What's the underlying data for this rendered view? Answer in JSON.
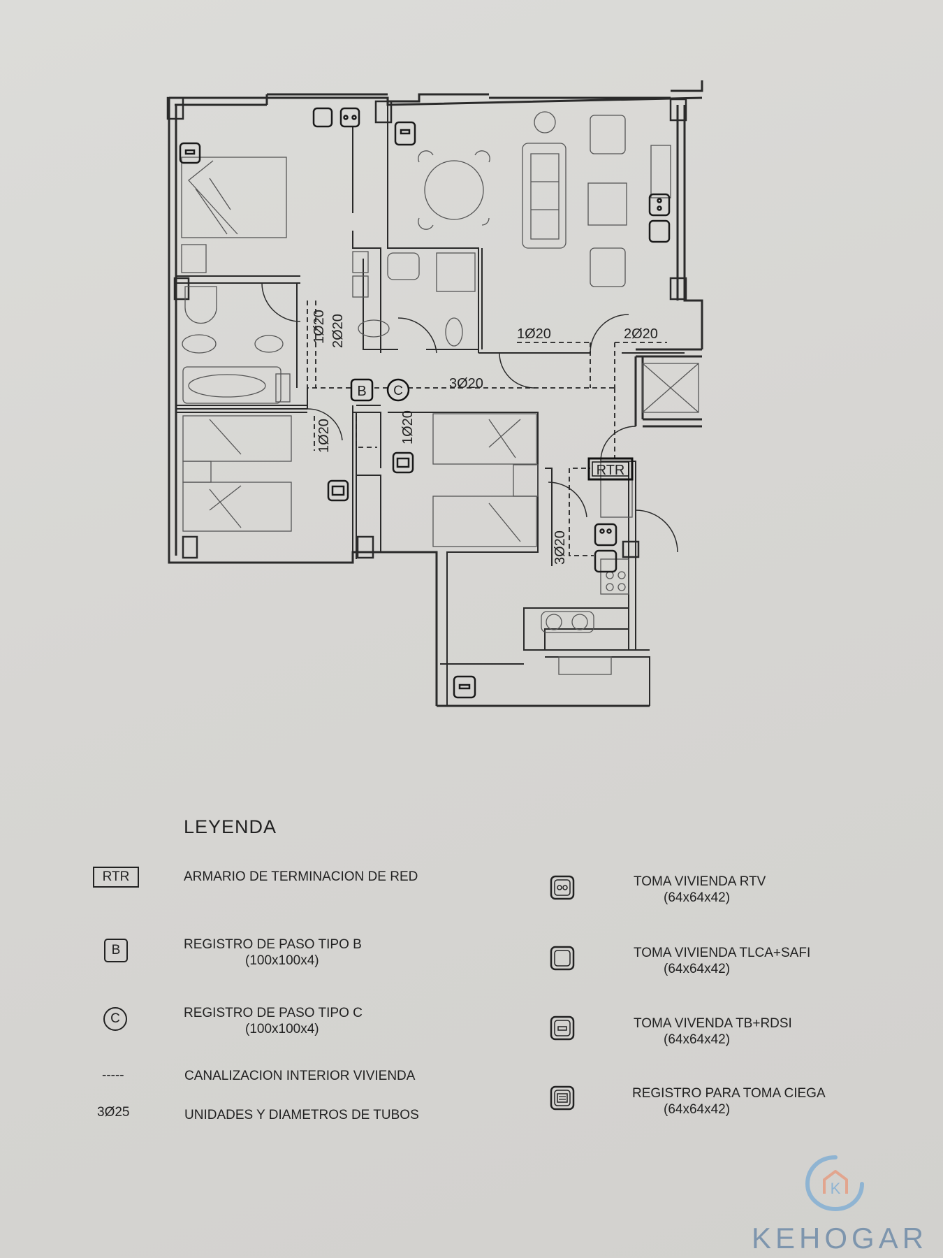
{
  "plan": {
    "pipe_labels": [
      "1Ø20",
      "2Ø20",
      "1Ø20",
      "2Ø20",
      "3Ø20",
      "1Ø20",
      "1Ø20",
      "3Ø20"
    ],
    "nodes": {
      "rtr": "RTR",
      "b": "B",
      "c": "C"
    }
  },
  "legend": {
    "title": "LEYENDA",
    "left_items": [
      {
        "symbol": "RTR",
        "label": "ARMARIO DE TERMINACION DE RED",
        "size": ""
      },
      {
        "symbol": "B",
        "label": "REGISTRO DE PASO TIPO B",
        "size": "(100x100x4)"
      },
      {
        "symbol": "C",
        "label": "REGISTRO DE PASO TIPO C",
        "size": "(100x100x4)"
      },
      {
        "symbol": "-----",
        "label": "CANALIZACION INTERIOR VIVIENDA",
        "size": ""
      },
      {
        "symbol": "3Ø25",
        "label": "UNIDADES Y DIAMETROS DE TUBOS",
        "size": ""
      }
    ],
    "right_items": [
      {
        "icon": "rtv-outlet-icon",
        "label": "TOMA VIVIENDA RTV",
        "size": "(64x64x42)"
      },
      {
        "icon": "tlca-safi-outlet-icon",
        "label": "TOMA VIVIENDA TLCA+SAFI",
        "size": "(64x64x42)"
      },
      {
        "icon": "tb-rdsi-outlet-icon",
        "label": "TOMA VIVENDA TB+RDSI",
        "size": "(64x64x42)"
      },
      {
        "icon": "blind-outlet-icon",
        "label": "REGISTRO PARA TOMA CIEGA",
        "size": "(64x64x42)"
      }
    ]
  },
  "brand": {
    "name": "KEHOGAR",
    "logo_letter": "K",
    "color": "#7d95ad"
  }
}
